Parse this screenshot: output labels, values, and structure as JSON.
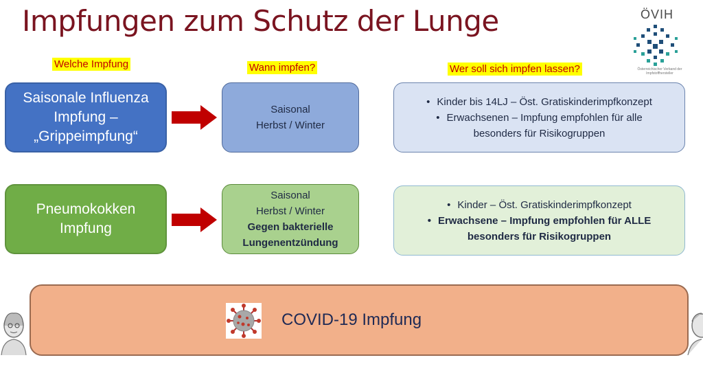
{
  "title": "Impfungen zum Schutz der Lunge",
  "logo": {
    "name": "ÖVIH",
    "subtitle": "Österreichischer Verband der Impfstoffhersteller"
  },
  "headers": {
    "col1": "Welche Impfung",
    "col2": "Wann impfen?",
    "col3": "Wer soll sich impfen lassen?"
  },
  "rows": [
    {
      "vaccine_lines": [
        "Saisonale Influenza",
        "Impfung –",
        "„Grippeimpfung“"
      ],
      "when_lines": [
        "Saisonal",
        "Herbst / Winter"
      ],
      "who_lines": [
        "Kinder bis 14LJ – Öst. Gratiskinderimpfkonzept",
        "Erwachsenen – Impfung empfohlen für alle",
        "besonders für Risikogruppen"
      ]
    },
    {
      "vaccine_lines": [
        "Pneumokokken",
        "Impfung"
      ],
      "when_lines": [
        "Saisonal",
        "Herbst / Winter",
        "Gegen bakterielle",
        "Lungenentzündung"
      ],
      "who_lines": [
        "Kinder – Öst. Gratiskinderimpfkonzept",
        "Erwachsene – Impfung empfohlen für ALLE",
        "besonders für Risikogruppen"
      ]
    }
  ],
  "covid": {
    "label": "COVID-19 Impfung",
    "icon": "coronavirus-icon"
  },
  "colors": {
    "title": "#7a1420",
    "influenza_box": "#4472c4",
    "pneumo_box": "#70ad47",
    "arrow": "#c00000",
    "covid_box": "#f2b08a"
  }
}
